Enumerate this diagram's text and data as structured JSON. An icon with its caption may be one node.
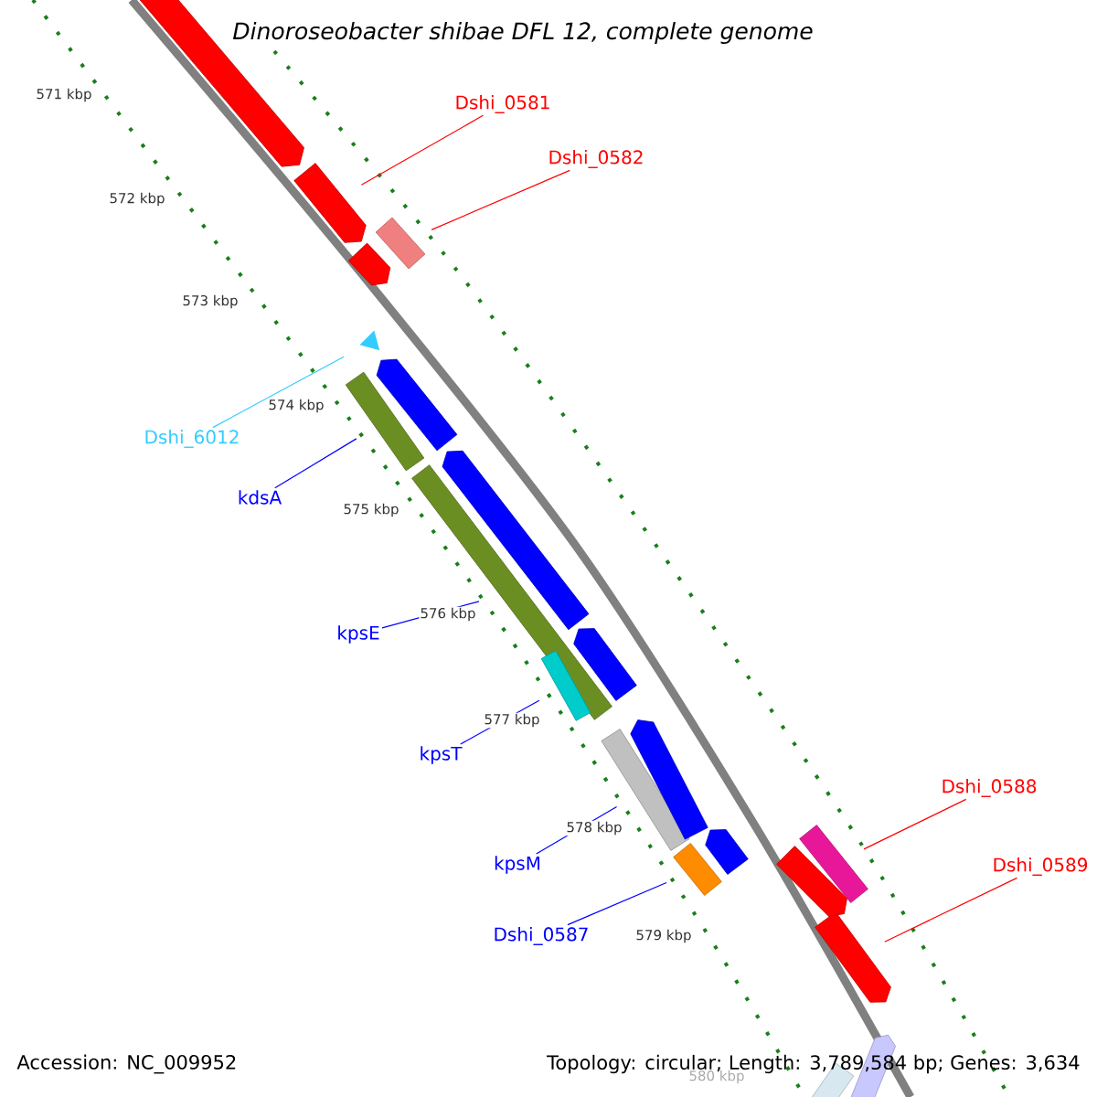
{
  "diagram": {
    "title": "Dinoroseobacter shibae DFL 12, complete genome",
    "nodes": [
      {
        "text": [
          "Dshi_0581"
        ]
      },
      {
        "text": [
          "Dshi_0582"
        ]
      },
      {
        "text": [
          "Dshi_6012"
        ]
      },
      {
        "text": [
          "kdsA"
        ]
      },
      {
        "text": [
          "kpsE"
        ]
      },
      {
        "text": [
          "kpsT"
        ]
      },
      {
        "text": [
          "kpsM"
        ]
      },
      {
        "text": [
          "Dshi_0587"
        ]
      },
      {
        "text": [
          "Dshi_0588"
        ]
      },
      {
        "text": [
          "Dshi_0589"
        ]
      },
      {
        "text": [],
        "shape": "bar"
      },
      {
        "text": [],
        "shape": "bar"
      },
      {
        "text": [],
        "shape": "triangle"
      },
      {
        "text": [],
        "shape": "bar"
      },
      {
        "text": [],
        "shape": "bar"
      },
      {
        "text": [],
        "shape": "bar"
      },
      {
        "text": [],
        "shape": "bar"
      },
      {
        "text": [],
        "shape": "bar"
      },
      {
        "text": [],
        "shape": "bar"
      },
      {
        "text": [],
        "shape": "bar"
      },
      {
        "text": [],
        "shape": "bar"
      },
      {
        "text": [],
        "shape": "bar"
      },
      {
        "text": [],
        "shape": "bar"
      },
      {
        "text": [],
        "shape": "bar"
      },
      {
        "text": [],
        "shape": "bar"
      },
      {
        "text": [],
        "shape": "bar"
      },
      {
        "text": [],
        "shape": "bar"
      },
      {
        "text": [],
        "shape": "bar"
      },
      {
        "text": [],
        "shape": "bar"
      },
      {
        "text": [],
        "shape": "bar"
      }
    ],
    "edges": [
      {
        "from": 0,
        "to": 10,
        "arrow": "none",
        "color": "#ff0000"
      },
      {
        "from": 1,
        "to": 11,
        "arrow": "none",
        "color": "#ff0000"
      },
      {
        "from": 2,
        "to": 12,
        "arrow": "none",
        "color": "#33ccff"
      },
      {
        "from": 3,
        "to": 13,
        "arrow": "none"
      },
      {
        "from": 4,
        "to": 14,
        "arrow": "none"
      },
      {
        "from": 5,
        "to": 15,
        "arrow": "none"
      },
      {
        "from": 6,
        "to": 16,
        "arrow": "none"
      },
      {
        "from": 7,
        "to": 17,
        "arrow": "none"
      },
      {
        "from": 8,
        "to": 18,
        "arrow": "none",
        "color": "#ff0000"
      },
      {
        "from": 9,
        "to": 19,
        "arrow": "none",
        "color": "#ff0000"
      }
    ],
    "labels": [
      "571 kbp",
      "572 kbp",
      "573 kbp",
      "574 kbp",
      "575 kbp",
      "576 kbp",
      "577 kbp",
      "578 kbp",
      "579 kbp",
      "580 kbp",
      "Accession: NC_009952",
      "Topology: circular; Length: 3,789,584 bp; Genes: 3,634"
    ]
  }
}
